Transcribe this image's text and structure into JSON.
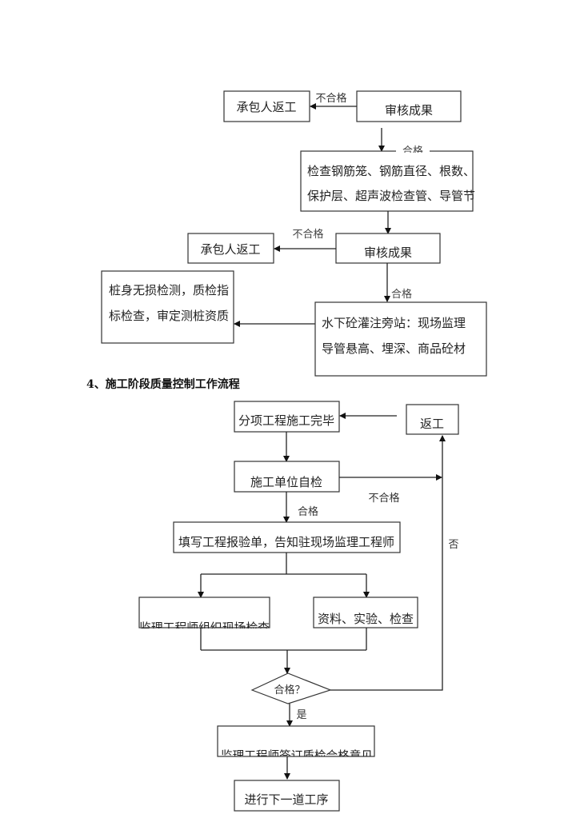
{
  "section1": {
    "box_rework_1": "承包人返工",
    "box_review_1": "审核成果",
    "label_fail_1": "不合格",
    "label_pass_1": "合格",
    "box_inspect_lines": [
      "检查钢筋笼、钢筋直径、根数、",
      "保护层、超声波检查管、导管节"
    ],
    "box_rework_2": "承包人返工",
    "box_review_2": "审核成果",
    "label_fail_2": "不合格",
    "label_pass_2": "合格",
    "box_pile_test_lines": [
      "桩身无损检测，质检指",
      "标检查，审定测桩资质"
    ],
    "box_pour_lines": [
      "水下砼灌注旁站：现场监理",
      "导管悬高、埋深、商品砼材"
    ]
  },
  "heading": "4、施工阶段质量控制工作流程",
  "section2": {
    "box_complete": "分项工程施工完毕",
    "box_rework": "返工",
    "box_self_check": "施工单位自检",
    "label_fail": "不合格",
    "label_pass": "合格",
    "box_report": "填写工程报验单，告知驻现场监理工程师",
    "label_no": "否",
    "box_site_check": "监理工程师组织现场检查",
    "box_docs_check": "资料、实验、检查",
    "decision": "合格？",
    "label_yes": "是",
    "box_sign": "监理工程师签订质检合格意见",
    "box_next": "进行下一道工序"
  }
}
